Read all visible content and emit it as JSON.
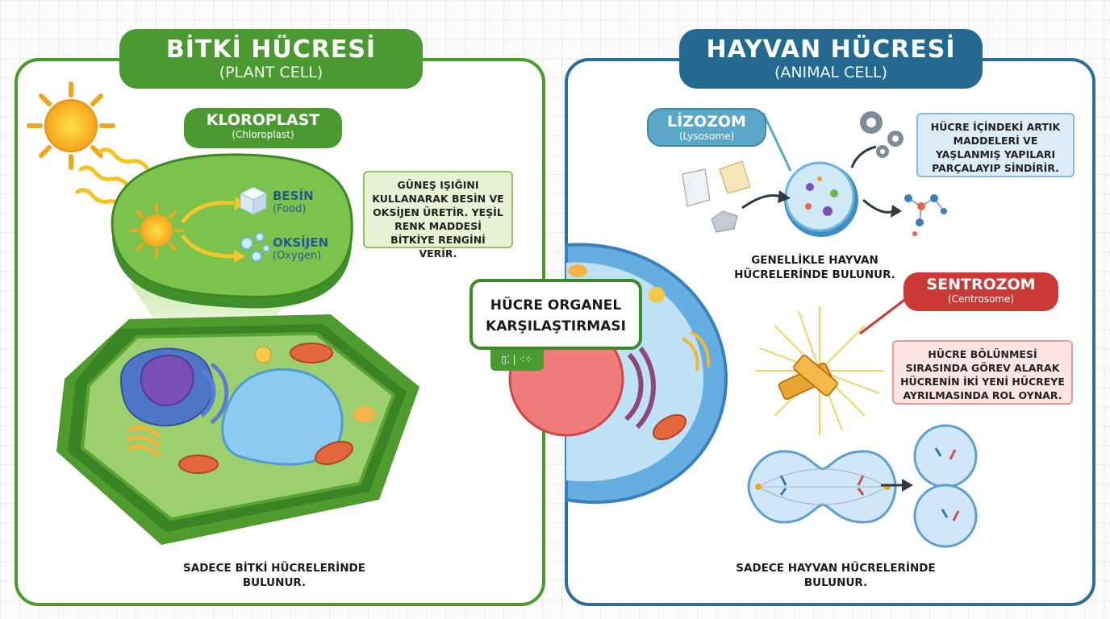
{
  "plant": {
    "title": "BİTKİ HÜCRESİ",
    "subtitle": "(PLANT CELL)",
    "chloroplast_name": "KLOROPLAST",
    "chloroplast_en": "(Chloroplast)",
    "food_label": "BESİN",
    "food_en": "(Food)",
    "oxygen_label": "OKSİJEN",
    "oxygen_en": "(Oxygen)",
    "info": "GÜNEŞ IŞIĞINI KULLANARAK BESİN VE OKSİJEN ÜRETİR. YEŞİL RENK MADDESİ BİTKİYE RENGİNİ VERİR.",
    "footer": "SADECE BİTKİ HÜCRELERİNDE BULUNUR."
  },
  "animal": {
    "title": "HAYVAN HÜCRESİ",
    "subtitle": "(ANIMAL CELL)",
    "lysosome_name": "LİZOZOM",
    "lysosome_en": "(Lysosome)",
    "lysosome_info": "HÜCRE İÇİNDEKİ ARTIK MADDELERİ VE YAŞLANMIŞ YAPILARI PARÇALAYIP SİNDİRİR.",
    "lysosome_note": "GENELLİKLE HAYVAN HÜCRELERİNDE BULUNUR.",
    "centrosome_name": "SENTROZOM",
    "centrosome_en": "(Centrosome)",
    "centrosome_info": "HÜCRE BÖLÜNMESİ SIRASINDA GÖREV ALARAK HÜCRENİN İKİ YENİ HÜCREYE AYRILMASINDA ROL OYNAR.",
    "footer": "SADECE HAYVAN HÜCRELERİNDE BULUNUR."
  },
  "center": {
    "title": "HÜCRE ORGANEL KARŞILAŞTIRMASI"
  },
  "colors": {
    "plant_green": "#4a9a31",
    "animal_blue": "#246a90",
    "centrosome_red": "#c93a36"
  }
}
